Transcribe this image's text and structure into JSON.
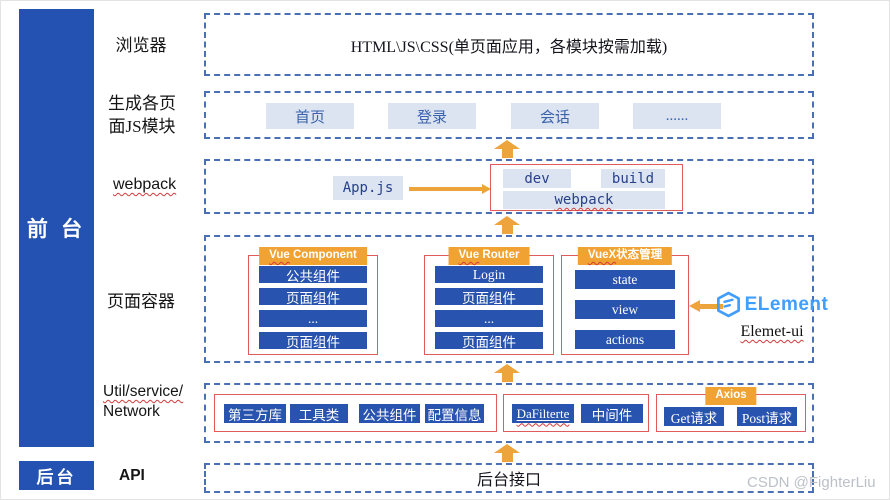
{
  "sidebar": {
    "front": "前 台",
    "back": "后台"
  },
  "labels": {
    "browser": "浏览器",
    "modules_l1": "生成各页",
    "modules_l2": "面JS模块",
    "webpack": "webpack",
    "container": "页面容器",
    "util_l1": "Util/service/",
    "util_l2": "Network",
    "api": "API"
  },
  "browser_row": {
    "title": "HTML\\JS\\CSS(单页面应用，各模块按需加载)"
  },
  "modules_row": {
    "items": [
      "首页",
      "登录",
      "会话",
      "......"
    ]
  },
  "webpack_row": {
    "app": "App.js",
    "dev": "dev",
    "build": "build",
    "webpack": "webpack"
  },
  "container_row": {
    "groups": [
      {
        "tab_mark": "Vue",
        "tab_rest": " Component",
        "items": [
          "公共组件",
          "页面组件",
          "...",
          "页面组件"
        ]
      },
      {
        "tab_mark": "Vue",
        "tab_rest": " Router",
        "items": [
          "Login",
          "页面组件",
          "...",
          "页面组件"
        ]
      },
      {
        "tab_mark": "VueX",
        "tab_rest": "状态管理",
        "items": [
          "state",
          "view",
          "actions"
        ]
      }
    ],
    "element": {
      "logo_text": "ELement",
      "caption": "Elemet-ui"
    }
  },
  "util_row": {
    "group1": [
      "第三方库",
      "工具类",
      "公共组件",
      "配置信息"
    ],
    "group2": [
      "DaFilterte",
      "中间件"
    ],
    "axios_tab": "Axios",
    "group3": [
      "Get请求",
      "Post请求"
    ]
  },
  "api_row": {
    "title": "后台接口"
  },
  "watermark": "CSDN @FighterLiu",
  "colors": {
    "primary": "#2452b2",
    "chip": "#2853ae",
    "lightchip": "#dbe4f0",
    "orange": "#f0a232",
    "arrow": "#eda43c",
    "red": "#e05c5c",
    "dash": "#4a6fb5",
    "element": "#409eff"
  }
}
